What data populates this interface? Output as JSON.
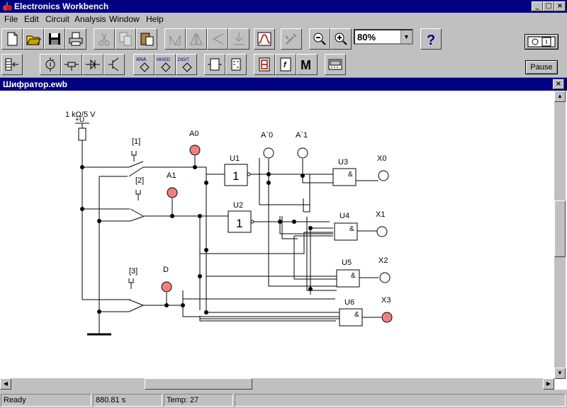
{
  "app": {
    "title": "Electronics Workbench"
  },
  "window_buttons": {
    "minimize": "_",
    "maximize": "□",
    "close": "×"
  },
  "menu": [
    "File",
    "Edit",
    "Circuit",
    "Analysis",
    "Window",
    "Help"
  ],
  "toolbar": {
    "zoom_value": "80%",
    "pause_label": "Pause"
  },
  "parts_bin": {
    "ana": "ANA",
    "mixed": "MIXED",
    "digit": "DIGIT",
    "meter": "M"
  },
  "document": {
    "title": "Шифратор.ewb"
  },
  "circuit": {
    "source_label": "1 kΩ/5 V",
    "source_plus": "+U",
    "switch_labels": [
      "[1]",
      "[2]",
      "[3]"
    ],
    "inputs": [
      "A0",
      "A1",
      "D"
    ],
    "gates": [
      "U1",
      "U2",
      "U3",
      "U4",
      "U5",
      "U6"
    ],
    "not_symbol": "1",
    "and_symbol": "&",
    "monitors": [
      "A`0",
      "A`1"
    ],
    "outputs": [
      "X0",
      "X1",
      "X2",
      "X3"
    ],
    "colors": {
      "probe_on": "#f08080",
      "probe_off": "#ffffff",
      "wire": "#000000"
    }
  },
  "status": {
    "ready": "Ready",
    "time": "880.81 s",
    "temp": "Temp:  27"
  }
}
